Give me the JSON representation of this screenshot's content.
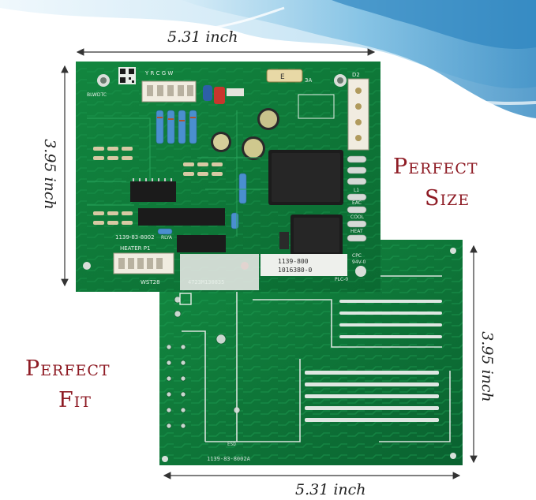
{
  "dimensions": {
    "top_width": "5.31 inch",
    "left_height": "3.95 inch",
    "right_height": "3.95 inch",
    "bottom_width": "5.31 inch"
  },
  "slogans": {
    "size_line1": "Perfect",
    "size_line2": "Size",
    "fit_line1": "Perfect",
    "fit_line2": "Fit"
  },
  "board_front": {
    "connector_top": "Y  R C G W",
    "connector_bottom": "HEATER  P1",
    "fuse": "E",
    "fuse_rating": "3A",
    "part_number": "1139-800",
    "part_number_2": "1016380-0",
    "code": "1139-83-8002",
    "serial": "4723M130835",
    "wst": "WST28",
    "blwdtc": "BLWDTC",
    "d2": "D2",
    "l1": "L1",
    "eac": "EAC",
    "cool": "COOL",
    "heat": "HEAT",
    "cpc": "CPC",
    "rating": "94V-0",
    "plc": "PLC-0",
    "relay": "RLYA"
  },
  "board_back": {
    "code": "1139-83-8002A"
  },
  "colors": {
    "pcb_green": "#0f7a3a",
    "pcb_dark": "#0a5c2b",
    "slogan": "#8e1b24",
    "wave_blue": "#5aa9d6"
  }
}
